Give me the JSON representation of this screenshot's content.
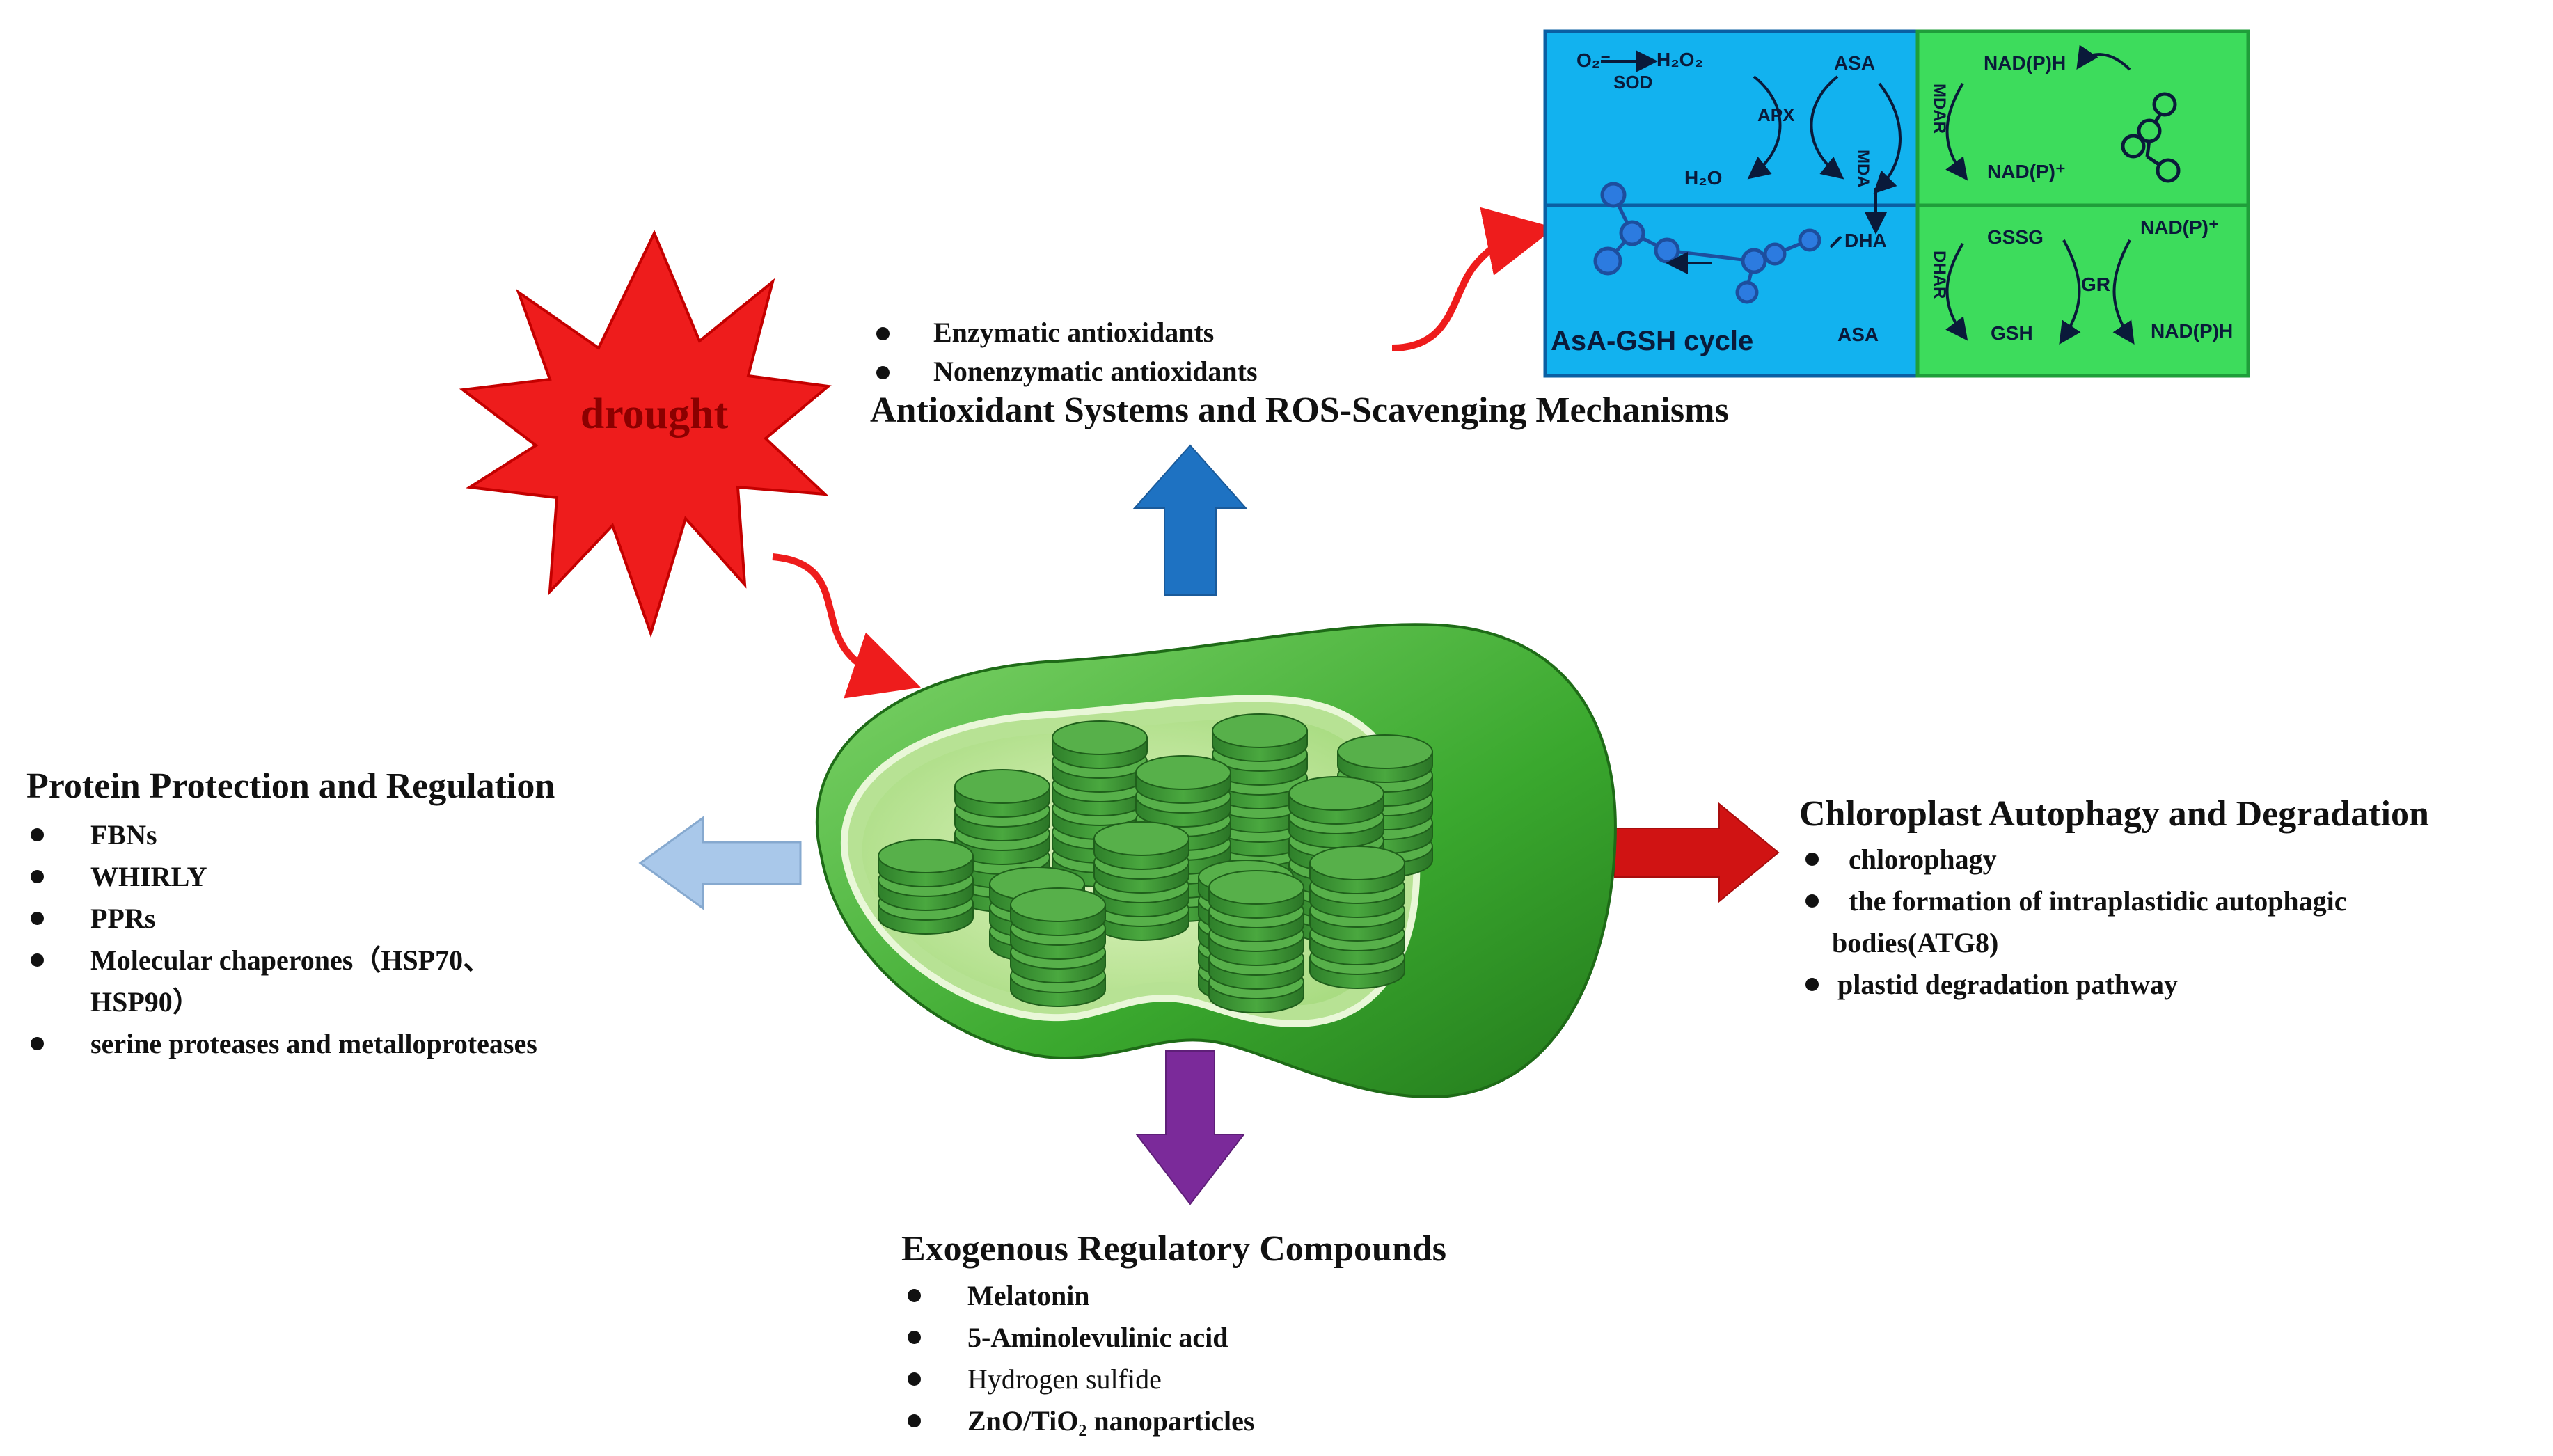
{
  "stress": {
    "label": "drought"
  },
  "top": {
    "bullets": [
      "Enzymatic antioxidants",
      "Nonenzymatic antioxidants"
    ],
    "heading": "Antioxidant Systems and ROS-Scavenging Mechanisms"
  },
  "left": {
    "heading": "Protein Protection and Regulation",
    "bullets": [
      "FBNs",
      "WHIRLY",
      "PPRs",
      "Molecular chaperones（HSP70、",
      "HSP90）",
      "serine proteases and metalloproteases"
    ]
  },
  "right": {
    "heading": "Chloroplast Autophagy and Degradation",
    "bullets": [
      "chlorophagy",
      "the formation of  intraplastidic autophagic",
      "bodies(ATG8)",
      "plastid degradation pathway"
    ]
  },
  "bottom": {
    "heading": "Exogenous Regulatory Compounds",
    "bullets": [
      "Melatonin",
      "5-Aminolevulinic acid",
      "Hydrogen sulfide",
      "ZnO/TiO₂ nanoparticles"
    ]
  },
  "cycle": {
    "title": "AsA-GSH cycle",
    "o2": "O₂⁻",
    "sod": "SOD",
    "h2o2": "H₂O₂",
    "h2o": "H₂O",
    "apx": "APX",
    "asa_top": "ASA",
    "mda": "MDA",
    "dha": "DHA",
    "asa_bottom": "ASA",
    "mdar": "MDAR",
    "dhar": "DHAR",
    "nadph_1": "NAD(P)H",
    "nadp_1": "NAD(P)⁺",
    "gssg": "GSSG",
    "gsh": "GSH",
    "gr": "GR",
    "nadp_2": "NAD(P)⁺",
    "nadph_2": "NAD(P)H"
  },
  "colors": {
    "cycle_blue": "#12b2ef",
    "cycle_green": "#3ddc5c",
    "starburst": "#ee1c1c",
    "arrow_up": "#1e72c2",
    "arrow_left": "#a9c8ea",
    "arrow_right": "#d01313",
    "arrow_down": "#7b2a9a",
    "chloroplast_outer": "#47b83a",
    "chloroplast_inner": "#c6e9a4",
    "grana": "#3f9a39"
  }
}
